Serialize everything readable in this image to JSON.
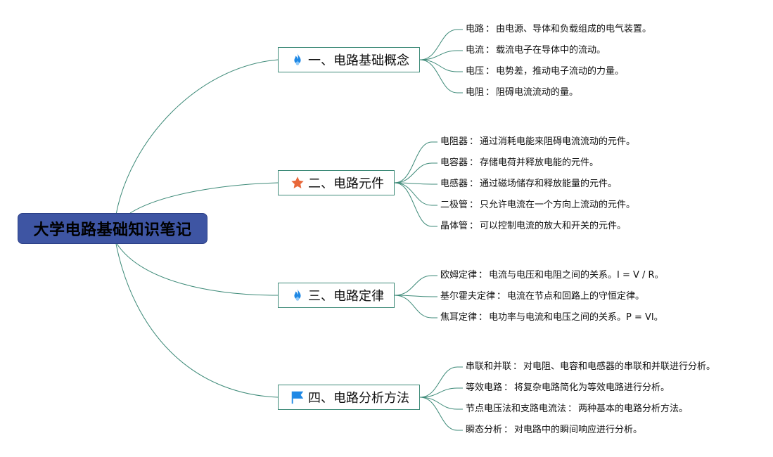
{
  "root": {
    "title": "大学电路基础知识笔记"
  },
  "colors": {
    "root_bg": "#3e55a3",
    "line": "#3d8a78",
    "icon_blue": "#1e88e5",
    "icon_orange": "#e8683a"
  },
  "branches": [
    {
      "label": "一、电路基础概念",
      "icon": "flame-icon",
      "leaves": [
        {
          "term": "电路",
          "desc": "由电源、导体和负载组成的电气装置。"
        },
        {
          "term": "电流",
          "desc": "载流电子在导体中的流动。"
        },
        {
          "term": "电压",
          "desc": "电势差，推动电子流动的力量。"
        },
        {
          "term": "电阻",
          "desc": "阻碍电流流动的量。"
        }
      ]
    },
    {
      "label": "二、电路元件",
      "icon": "star-icon",
      "leaves": [
        {
          "term": "电阻器",
          "desc": "通过消耗电能来阻碍电流流动的元件。"
        },
        {
          "term": "电容器",
          "desc": "存储电荷并释放电能的元件。"
        },
        {
          "term": "电感器",
          "desc": "通过磁场储存和释放能量的元件。"
        },
        {
          "term": "二极管",
          "desc": "只允许电流在一个方向上流动的元件。"
        },
        {
          "term": "晶体管",
          "desc": "可以控制电流的放大和开关的元件。"
        }
      ]
    },
    {
      "label": "三、电路定律",
      "icon": "flame-icon",
      "leaves": [
        {
          "term": "欧姆定律",
          "desc": "电流与电压和电阻之间的关系。I = V / R。"
        },
        {
          "term": "基尔霍夫定律",
          "desc": "电流在节点和回路上的守恒定律。"
        },
        {
          "term": "焦耳定律",
          "desc": "电功率与电流和电压之间的关系。P = VI。"
        }
      ]
    },
    {
      "label": "四、电路分析方法",
      "icon": "flag-icon",
      "leaves": [
        {
          "term": "串联和并联",
          "desc": "对电阻、电容和电感器的串联和并联进行分析。"
        },
        {
          "term": "等效电路",
          "desc": "将复杂电路简化为等效电路进行分析。"
        },
        {
          "term": "节点电压法和支路电流法",
          "desc": "两种基本的电路分析方法。"
        },
        {
          "term": "瞬态分析",
          "desc": "对电路中的瞬间响应进行分析。"
        }
      ]
    }
  ]
}
